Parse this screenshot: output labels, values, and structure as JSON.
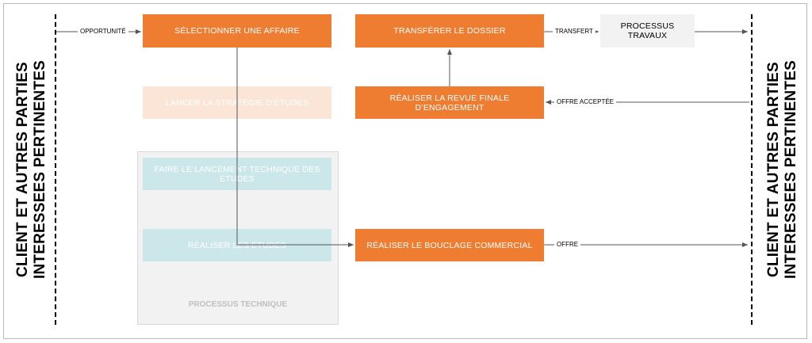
{
  "side_left": {
    "label": "CLIENT ET AUTRES PARTIES INTERESSEES PERTINENTES"
  },
  "side_right": {
    "label": "CLIENT ET AUTRES PARTIES INTERESSEES PERTINENTES"
  },
  "boxes": {
    "selectionner": "SÉLECTIONNER UNE AFFAIRE",
    "lancer_strategie": "LANCER LA STRATÉGIE D’ÉTUDES",
    "lancement_technique": "FAIRE LE LANCEMENT TECHNIQUE DES ÉTUDES",
    "realiser_etudes": "RÉALISER LES ÉTUDES",
    "transferer": "TRANSFÉRER LE DOSSIER",
    "revue_finale": "RÉALISER LA REVUE FINALE D’ENGAGEMENT",
    "bouclage": "RÉALISER LE BOUCLAGE COMMERCIAL",
    "processus_travaux": "PROCESSUS TRAVAUX"
  },
  "group": {
    "label": "PROCESSUS TECHNIQUE"
  },
  "flows": {
    "opportunite": "OPPORTUNITÉ",
    "transfert": "TRANSFERT",
    "offre_acceptee": "OFFRE ACCEPTÉE",
    "offre": "OFFRE"
  },
  "colors": {
    "orange": "#ef7d31",
    "orange_light": "#fbe5d6",
    "teal_light": "#cbe7ea",
    "grey": "#f2f2f2"
  }
}
